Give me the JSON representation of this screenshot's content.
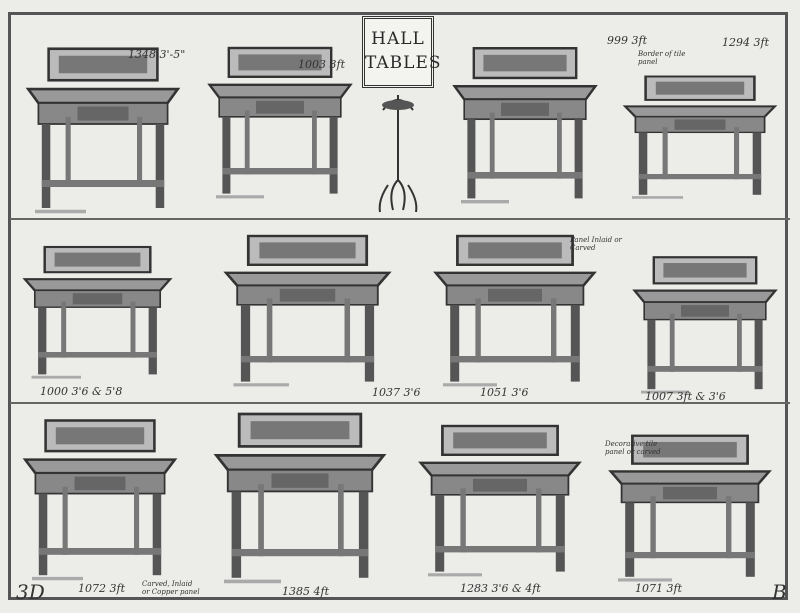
{
  "title": {
    "line1": "HALL",
    "line2": "TABLES"
  },
  "corner_left": "3D",
  "corner_right": "B",
  "items": [
    {
      "number": "1348",
      "size": "3'-5\""
    },
    {
      "number": "1003",
      "size": "3ft"
    },
    {
      "number": "999",
      "size": "3ft"
    },
    {
      "number": "1294",
      "size": "3ft",
      "note": "Border of tile panel"
    },
    {
      "number": "1000",
      "size": "3'6 & 5'8"
    },
    {
      "number": "1037",
      "size": "3'6"
    },
    {
      "number": "1051",
      "size": "3'6",
      "note": "Panel Inlaid or Carved"
    },
    {
      "number": "1007",
      "size": "3ft & 3'6"
    },
    {
      "number": "1072",
      "size": "3ft",
      "note": "Carved, Inlaid or Copper panel"
    },
    {
      "number": "1385",
      "size": "4ft"
    },
    {
      "number": "1283",
      "size": "3'6 & 4ft"
    },
    {
      "number": "1071",
      "size": "3ft",
      "note": "Decorative tile panel or carved"
    }
  ],
  "colors": {
    "paper": "#ecece9",
    "ink": "#2a2a2a"
  }
}
